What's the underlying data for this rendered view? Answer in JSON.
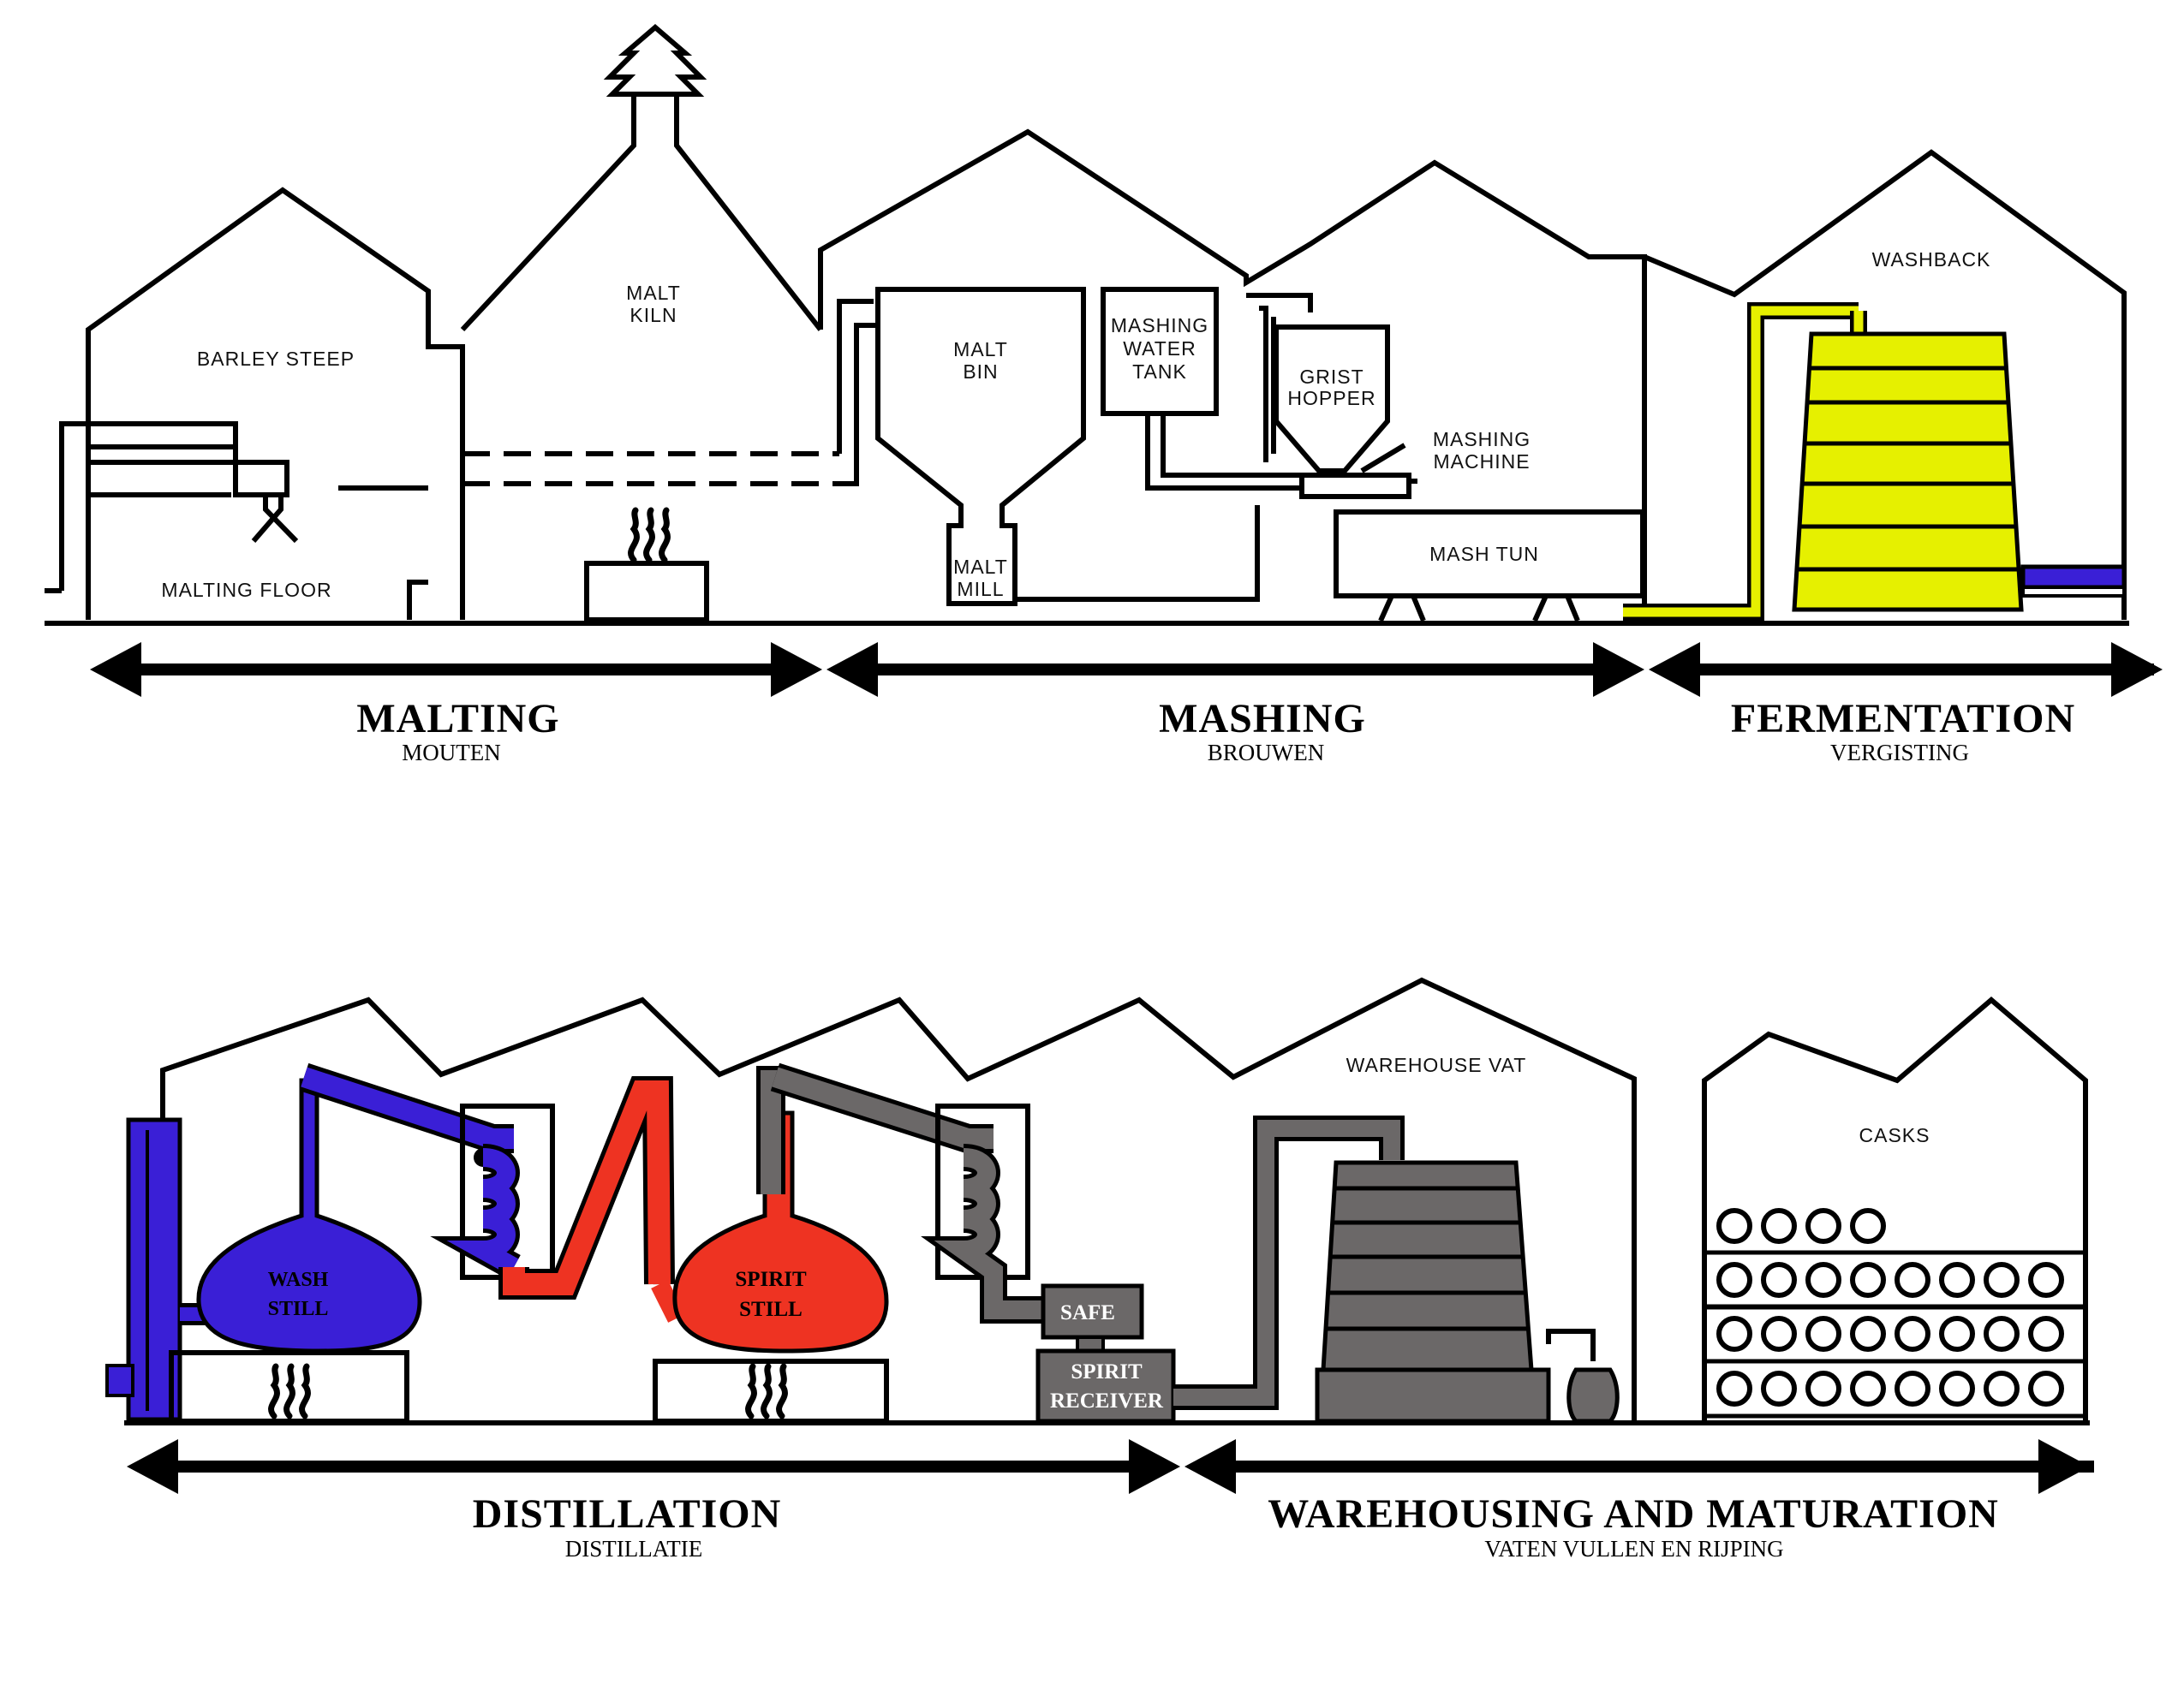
{
  "colors": {
    "wash": "#3a1fd6",
    "spirit": "#ee3322",
    "grey": "#6b6868",
    "yellow": "#e6f000",
    "line": "#000000",
    "background": "#ffffff"
  },
  "top": {
    "labels": {
      "barley_steep": "BARLEY STEEP",
      "malting_floor": "MALTING FLOOR",
      "malt_kiln_1": "MALT",
      "malt_kiln_2": "KILN",
      "malt_bin_1": "MALT",
      "malt_bin_2": "BIN",
      "malt_mill_1": "MALT",
      "malt_mill_2": "MILL",
      "water_tank_1": "MASHING",
      "water_tank_2": "WATER",
      "water_tank_3": "TANK",
      "grist_hopper_1": "GRIST",
      "grist_hopper_2": "HOPPER",
      "mashing_machine_1": "MASHING",
      "mashing_machine_2": "MACHINE",
      "mash_tun": "MASH TUN",
      "washback": "WASHBACK"
    },
    "stages": [
      {
        "title": "MALTING",
        "subtitle": "MOUTEN"
      },
      {
        "title": "MASHING",
        "subtitle": "BROUWEN"
      },
      {
        "title": "FERMENTATION",
        "subtitle": "VERGISTING"
      }
    ]
  },
  "bottom": {
    "labels": {
      "wash_still_1": "WASH",
      "wash_still_2": "STILL",
      "spirit_still_1": "SPIRIT",
      "spirit_still_2": "STILL",
      "safe": "SAFE",
      "spirit_receiver_1": "SPIRIT",
      "spirit_receiver_2": "RECEIVER",
      "warehouse_vat": "WAREHOUSE VAT",
      "casks": "CASKS"
    },
    "stages": [
      {
        "title": "DISTILLATION",
        "subtitle": "DISTILLATIE"
      },
      {
        "title": "WAREHOUSING AND MATURATION",
        "subtitle": "VATEN VULLEN EN RIJPING"
      }
    ]
  }
}
